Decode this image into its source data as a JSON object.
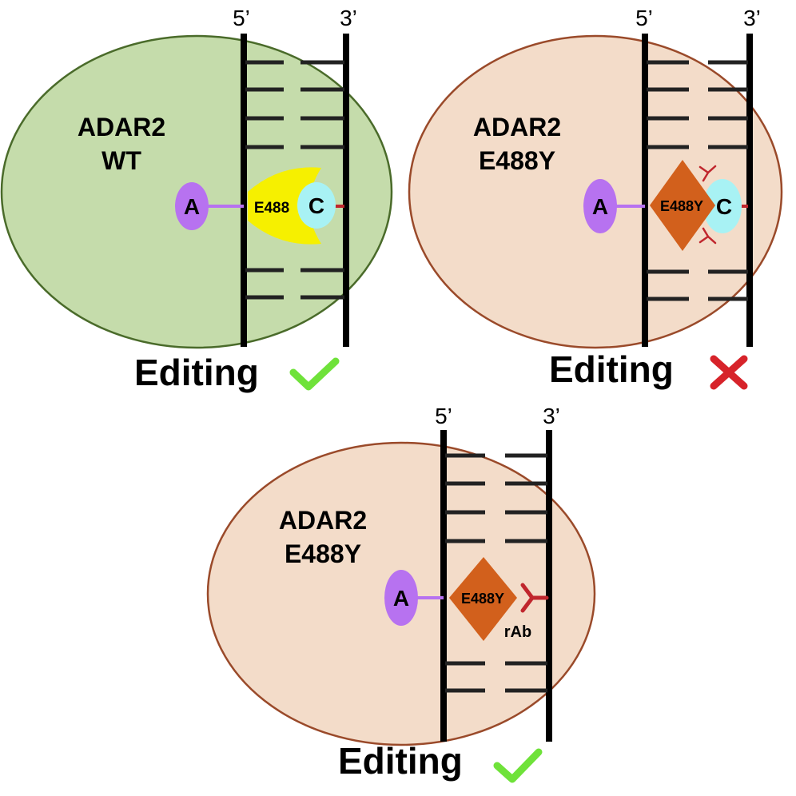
{
  "panels": [
    {
      "protein_line1": "ADAR2",
      "protein_line2": "WT",
      "strand_5": "5’",
      "strand_3": "3’",
      "base_a": "A",
      "base_c": "C",
      "residue": "E488",
      "result": "Editing",
      "result_icon": "check-icon"
    },
    {
      "protein_line1": "ADAR2",
      "protein_line2": "E488Y",
      "strand_5": "5’",
      "strand_3": "3’",
      "base_a": "A",
      "base_c": "C",
      "residue": "E488Y",
      "result": "Editing",
      "result_icon": "cross-icon"
    },
    {
      "protein_line1": "ADAR2",
      "protein_line2": "E488Y",
      "strand_5": "5’",
      "strand_3": "3’",
      "base_a": "A",
      "residue": "E488Y",
      "antibody": "rAb",
      "result": "Editing",
      "result_icon": "check-icon"
    }
  ],
  "colors": {
    "wt_fill": "#c5dcab",
    "wt_stroke": "#4a6b2a",
    "mutant_fill": "#f3dcc9",
    "mutant_stroke": "#9a4a2a",
    "adenosine": "#b772f0",
    "cytidine": "#a8f2f4",
    "wt_pocket": "#f6f000",
    "mutant_residue": "#d2601c",
    "antibody": "#c0262d",
    "check": "#6fe23a",
    "cross": "#d7232a"
  }
}
